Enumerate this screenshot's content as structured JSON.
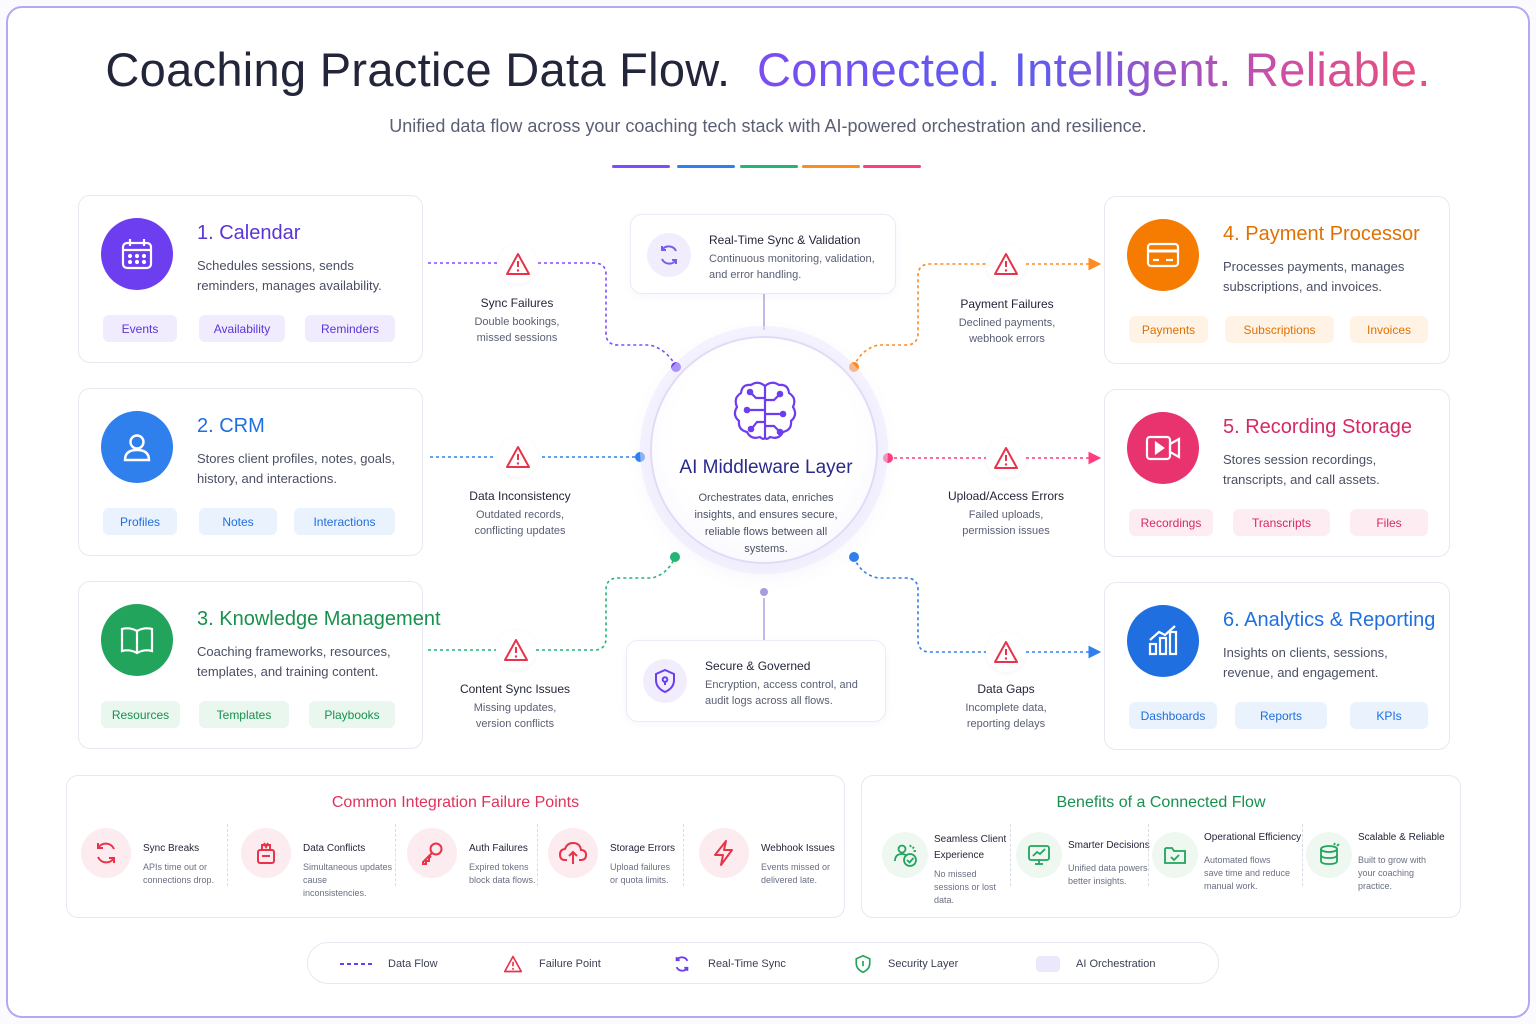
{
  "header": {
    "title_main": "Coaching Practice Data Flow.",
    "title_accent": "Connected. Intelligent. Reliable.",
    "subtitle": "Unified data flow across your coaching tech stack with AI-powered orchestration and resilience.",
    "divider_colors": [
      "#7c4dff",
      "#2f80ed",
      "#22b573",
      "#ff8a1f",
      "#ff3d7f"
    ]
  },
  "systems": [
    {
      "title": "1. Calendar",
      "description": "Schedules sessions, sends reminders, manages availability.",
      "tags": [
        "Events",
        "Availability",
        "Reminders"
      ],
      "color": "#6d3df0",
      "icon": "calendar-icon"
    },
    {
      "title": "2. CRM",
      "description": "Stores client profiles, notes, goals, history, and interactions.",
      "tags": [
        "Profiles",
        "Notes",
        "Interactions"
      ],
      "color": "#2f80ed",
      "icon": "user-icon"
    },
    {
      "title": "3. Knowledge Management",
      "description": "Coaching frameworks, resources, templates, and training content.",
      "tags": [
        "Resources",
        "Templates",
        "Playbooks"
      ],
      "color": "#22a45d",
      "icon": "book-icon"
    },
    {
      "title": "4. Payment Processor",
      "description": "Processes payments, manages subscriptions, and invoices.",
      "tags": [
        "Payments",
        "Subscriptions",
        "Invoices"
      ],
      "color": "#f57c00",
      "icon": "credit-card-icon"
    },
    {
      "title": "5. Recording Storage",
      "description": "Stores session recordings, transcripts, and call assets.",
      "tags": [
        "Recordings",
        "Transcripts",
        "Files"
      ],
      "color": "#e8336f",
      "icon": "video-icon"
    },
    {
      "title": "6. Analytics & Reporting",
      "description": "Insights on clients, sessions, revenue, and engagement.",
      "tags": [
        "Dashboards",
        "Reports",
        "KPIs"
      ],
      "color": "#1f6fe0",
      "icon": "bar-chart-icon"
    }
  ],
  "failures": [
    {
      "title": "Sync Failures",
      "description": "Double bookings, missed sessions"
    },
    {
      "title": "Data Inconsistency",
      "description": "Outdated records, conflicting updates"
    },
    {
      "title": "Content Sync Issues",
      "description": "Missing updates, version conflicts"
    },
    {
      "title": "Payment Failures",
      "description": "Declined payments, webhook errors"
    },
    {
      "title": "Upload/Access Errors",
      "description": "Failed uploads, permission issues"
    },
    {
      "title": "Data Gaps",
      "description": "Incomplete data, reporting delays"
    }
  ],
  "realtime": {
    "title": "Real-Time Sync & Validation",
    "description": "Continuous monitoring, validation, and error handling."
  },
  "security": {
    "title": "Secure & Governed",
    "description": "Encryption, access control, and audit logs across all flows."
  },
  "hub": {
    "title": "AI Middleware Layer",
    "description": "Orchestrates data, enriches insights, and ensures secure, reliable flows between all systems."
  },
  "failure_points": {
    "title": "Common Integration Failure Points",
    "items": [
      {
        "title": "Sync Breaks",
        "description": "APIs time out or connections drop.",
        "icon": "refresh-icon"
      },
      {
        "title": "Data Conflicts",
        "description": "Simultaneous updates cause inconsistencies.",
        "icon": "conflict-icon"
      },
      {
        "title": "Auth Failures",
        "description": "Expired tokens block data flows.",
        "icon": "key-icon"
      },
      {
        "title": "Storage Errors",
        "description": "Upload failures or quota limits.",
        "icon": "cloud-upload-icon"
      },
      {
        "title": "Webhook Issues",
        "description": "Events missed or delivered late.",
        "icon": "lightning-icon"
      }
    ]
  },
  "benefits": {
    "title": "Benefits of a Connected Flow",
    "items": [
      {
        "title": "Seamless Client Experience",
        "description": "No missed sessions or lost data.",
        "icon": "people-check-icon"
      },
      {
        "title": "Smarter Decisions",
        "description": "Unified data powers better insights.",
        "icon": "monitor-chart-icon"
      },
      {
        "title": "Operational Efficiency",
        "description": "Automated flows save time and reduce manual work.",
        "icon": "folder-check-icon"
      },
      {
        "title": "Scalable & Reliable",
        "description": "Built to grow with your coaching practice.",
        "icon": "database-icon"
      }
    ]
  },
  "legend": [
    {
      "label": "Data Flow",
      "icon": "dashed-line-icon"
    },
    {
      "label": "Failure Point",
      "icon": "warning-icon"
    },
    {
      "label": "Real-Time Sync",
      "icon": "sync-icon"
    },
    {
      "label": "Security Layer",
      "icon": "shield-icon"
    },
    {
      "label": "AI Orchestration",
      "icon": "ai-swatch-icon"
    }
  ]
}
